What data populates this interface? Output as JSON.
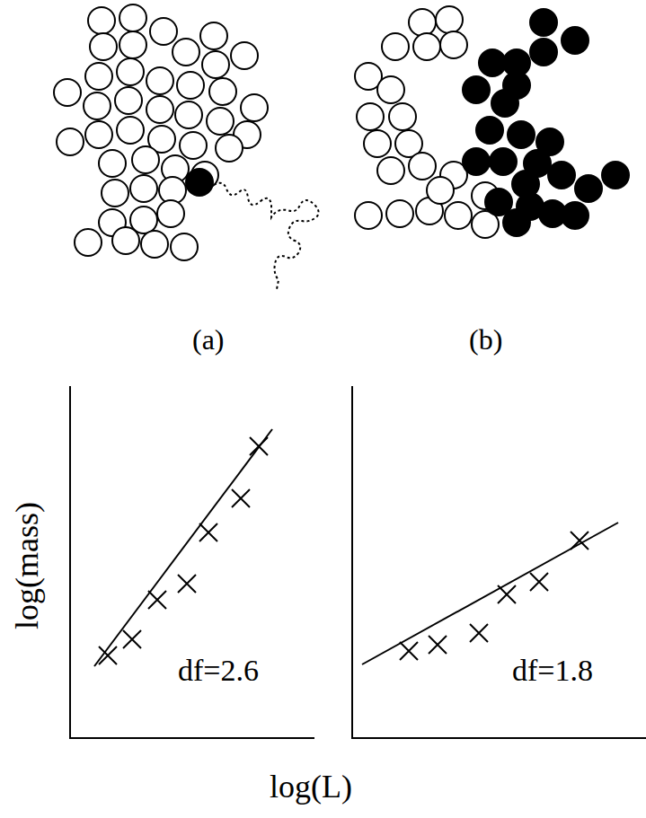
{
  "diagram": {
    "labels": [
      "(a)",
      "(b)",
      "log(mass)",
      "df=2.6",
      "df=1.8",
      "log(L)"
    ]
  }
}
